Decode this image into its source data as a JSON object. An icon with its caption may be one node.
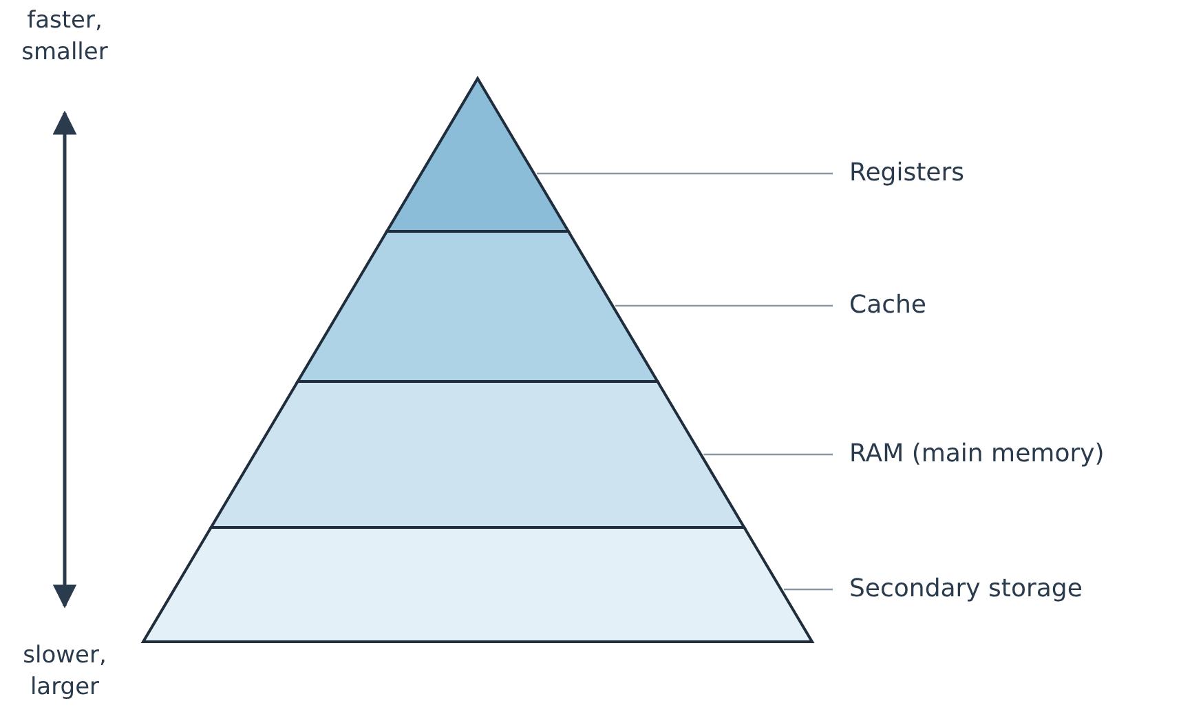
{
  "diagram": {
    "nodes": [
      {
        "text": [],
        "shape": "triangle"
      },
      {
        "text": [],
        "shape": "trapezoid"
      },
      {
        "text": [],
        "shape": "trapezoid"
      },
      {
        "text": [],
        "shape": "trapezoid"
      },
      {
        "text": [
          "Registers"
        ]
      },
      {
        "text": [
          "Cache"
        ]
      },
      {
        "text": [
          "RAM (main memory)"
        ]
      },
      {
        "text": [
          "Secondary storage"
        ]
      }
    ],
    "edges": [
      {
        "from": 4,
        "to": 0,
        "arrow": "none"
      },
      {
        "from": 5,
        "to": 1,
        "arrow": "none"
      },
      {
        "from": 6,
        "to": 2,
        "arrow": "none"
      },
      {
        "from": 7,
        "to": 3,
        "arrow": "none"
      }
    ],
    "labels": [
      "faster, smaller",
      "slower, larger"
    ]
  }
}
